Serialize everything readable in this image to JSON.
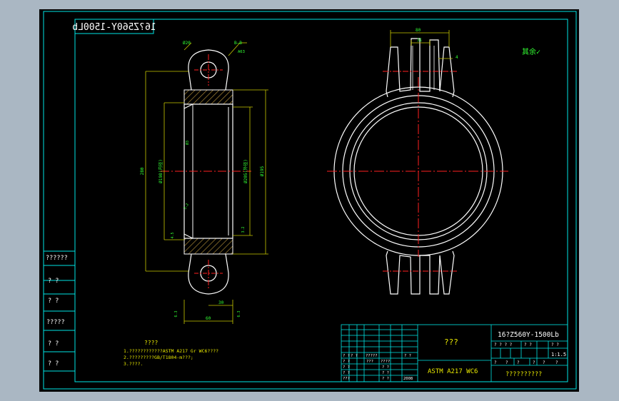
{
  "colors": {
    "background": "#000000",
    "frame": "#00e5e5",
    "outline": "#ffffff",
    "centerline": "#ff2020",
    "hatch": "#c8a040",
    "dimension": "#c8c800",
    "text_green": "#33ff33",
    "text_yellow": "#e8e800",
    "surround": "#aab7c3"
  },
  "drawing": {
    "mirrored_part_number": "16?Z560Y-1500Lb",
    "roughness_symbol": "其余✓"
  },
  "side_view": {
    "top_callout": "Ø20",
    "top_right_callout": "B—B",
    "top_right_sub": "A63",
    "dim_left_height": "280",
    "dim_left_bore": "Ø198(内径)",
    "dim_right_bore": "Ø205(外径)",
    "dim_right_height": "Ø195",
    "dim_inner_small": "Ø3",
    "dim_chamfer_mid": "3.2",
    "dim_chamfer_low": "4.5",
    "dim_chamfer_right": "3.2",
    "dim_bottom_width": "60",
    "dim_bottom_small": "30",
    "roughness_bottom_left": "6.3",
    "roughness_bottom_right": "6.3"
  },
  "front_view": {
    "dim_top_width": "80",
    "dim_top_inner": "31",
    "dim_side_small": "4"
  },
  "notes": {
    "title": "????",
    "lines": [
      "1.????????????ASTM A217 Gr WC6????",
      "2.?????????GB/T1804-m???;",
      "3.????."
    ]
  },
  "left_strip": {
    "labels": [
      "??????",
      "?  ?",
      "?  ?",
      "?????",
      "?  ?",
      "?  ?"
    ]
  },
  "title_block": {
    "part_name": "???",
    "part_number": "16?Z560Y-1500Lb",
    "material": "ASTM A217 WC6",
    "company": "??????????",
    "scale": "1:1.5",
    "year": "2008",
    "row_cells": [
      [
        "? ?",
        "? ?",
        "?????",
        "",
        "? ?"
      ],
      [
        "? ?",
        "",
        "???",
        "????",
        ""
      ],
      [
        "? ?",
        "",
        "",
        "? ?",
        ""
      ],
      [
        "? ?",
        "",
        "",
        "? ?",
        ""
      ],
      [
        "???",
        "",
        "",
        "? ?",
        "2008"
      ]
    ],
    "stage_cells": [
      "? ? ? ?",
      "? ?",
      "? ?"
    ],
    "count_cells": [
      "?",
      "?",
      "?",
      "?",
      "?",
      "?"
    ]
  }
}
